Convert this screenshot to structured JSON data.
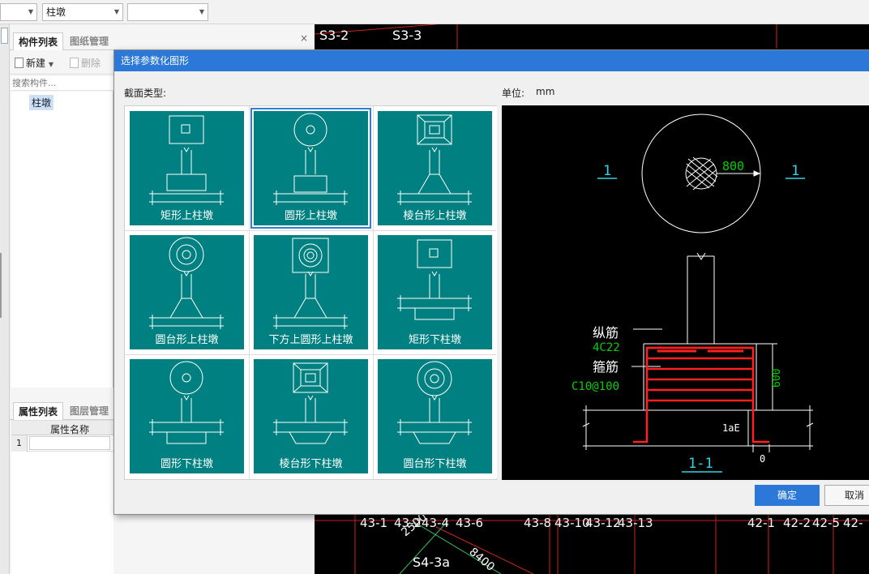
{
  "toolbar": {
    "combo1": {
      "value": ""
    },
    "combo2": {
      "value": "柱墩"
    },
    "combo3": {
      "value": ""
    }
  },
  "component_panel": {
    "tab_list": "构件列表",
    "tab_drawings": "图纸管理",
    "new_label": "新建",
    "delete_label": "删除",
    "search_placeholder": "搜索构件...",
    "tree_item": "柱墩"
  },
  "property_panel": {
    "tab_props": "属性列表",
    "tab_layers": "图层管理",
    "col_name": "属性名称",
    "row1_index": "1"
  },
  "dialog": {
    "title": "选择参数化图形",
    "section_type_label": "截面类型:",
    "unit_label": "单位:",
    "unit_value": "mm",
    "shapes": [
      {
        "label": "矩形上柱墩",
        "icon": "rect-upper-pier-icon",
        "selected": false
      },
      {
        "label": "圆形上柱墩",
        "icon": "circle-upper-pier-icon",
        "selected": true
      },
      {
        "label": "棱台形上柱墩",
        "icon": "prism-upper-pier-icon",
        "selected": false
      },
      {
        "label": "圆台形上柱墩",
        "icon": "frustum-upper-pier-icon",
        "selected": false
      },
      {
        "label": "下方上圆形上柱墩",
        "icon": "square-round-upper-pier-icon",
        "selected": false
      },
      {
        "label": "矩形下柱墩",
        "icon": "rect-lower-pier-icon",
        "selected": false
      },
      {
        "label": "圆形下柱墩",
        "icon": "circle-lower-pier-icon",
        "selected": false
      },
      {
        "label": "棱台形下柱墩",
        "icon": "prism-lower-pier-icon",
        "selected": false
      },
      {
        "label": "圆台形下柱墩",
        "icon": "frustum-lower-pier-icon",
        "selected": false
      }
    ],
    "preview": {
      "section_mark_left": "1",
      "section_mark_right": "1",
      "radius_value": "800",
      "long_bar_label": "纵筋",
      "long_bar_value": "4C22",
      "stirrup_label": "箍筋",
      "stirrup_value": "C10@100",
      "height_value": "600",
      "anchor_label": "1aE",
      "offset_value": "0",
      "section_title": "1-1"
    },
    "ok_label": "确定",
    "cancel_label": "取消"
  },
  "cad": {
    "top_labels": [
      "S3-2",
      "S3-3"
    ],
    "axis_labels": [
      "43-1",
      "43-2",
      "43-4",
      "43-6",
      "43-8",
      "43-10",
      "43-12",
      "43-13",
      "42-1",
      "42-2",
      "42-5",
      "42-"
    ],
    "note_s4": "S4-3a",
    "dim_8400": "8400",
    "dim_2500": "2500"
  },
  "colors": {
    "accent": "#2b78d8",
    "tile": "#008080",
    "cad_bg": "#000000",
    "rebar": "#ff2020",
    "dim_green": "#00d000",
    "section_cyan": "#2fd6e6"
  }
}
